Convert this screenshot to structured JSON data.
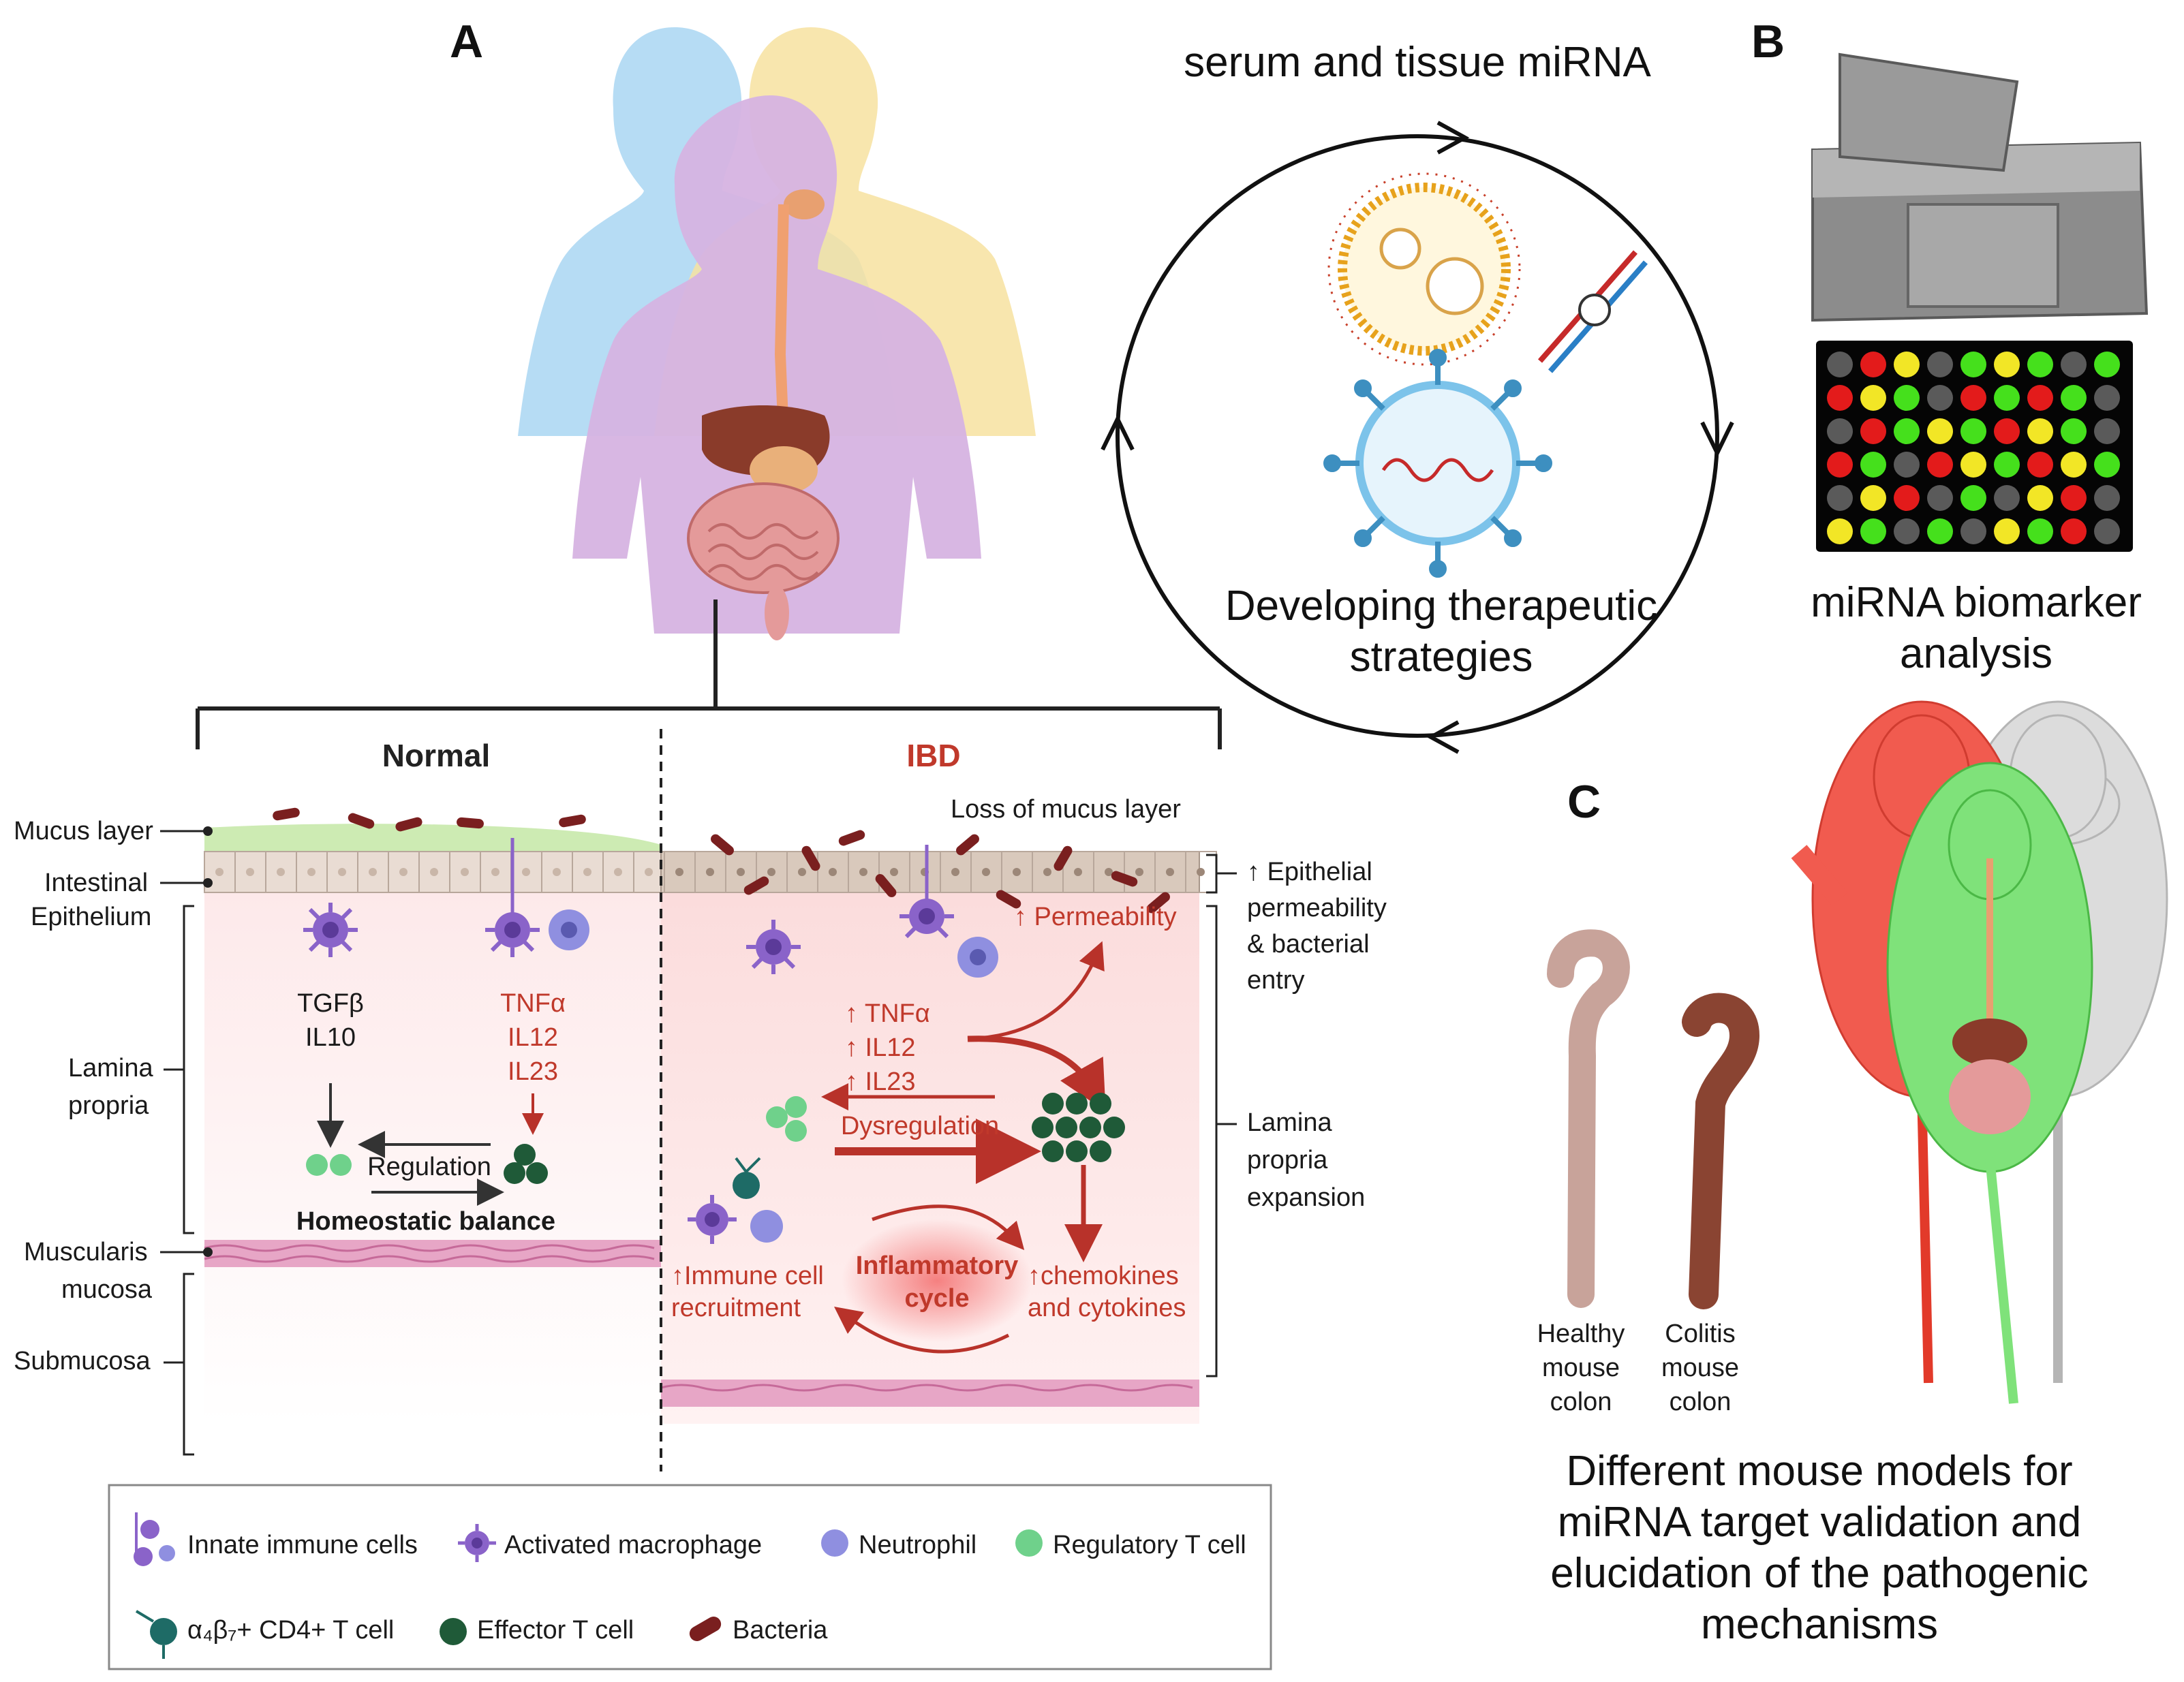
{
  "panels": {
    "a": "A",
    "b": "B",
    "c": "C"
  },
  "cycle": {
    "top_label": "serum and tissue miRNA",
    "bottom_label_line1": "Developing therapeutic",
    "bottom_label_line2": "strategies"
  },
  "biomarker": {
    "line1": "miRNA biomarker",
    "line2": "analysis"
  },
  "section": {
    "normal": "Normal",
    "ibd": "IBD"
  },
  "layers": {
    "mucus": "Mucus layer",
    "epithelium1": "Intestinal",
    "epithelium2": "Epithelium",
    "lamina1": "Lamina",
    "lamina2": "propria",
    "muscularis1": "Muscularis",
    "muscularis2": "mucosa",
    "submucosa": "Submucosa"
  },
  "normal": {
    "tgfb": "TGFβ",
    "il10": "IL10",
    "tnfa": "TNFα",
    "il12": "IL12",
    "il23": "IL23",
    "regulation": "Regulation",
    "homeostatic": "Homeostatic balance"
  },
  "ibd": {
    "loss_mucus": "Loss of mucus layer",
    "permeability": "↑ Permeability",
    "tnfa": "↑ TNFα",
    "il12": "↑ IL12",
    "il23": "↑ IL23",
    "dysregulation": "Dysregulation",
    "immune1": "↑Immune cell",
    "immune2": "recruitment",
    "inflam1": "Inflammatory",
    "inflam2": "cycle",
    "chemo1": "↑chemokines",
    "chemo2": "and cytokines"
  },
  "right_notes": {
    "epi1": "↑ Epithelial",
    "epi2": "permeability",
    "epi3": "& bacterial",
    "epi4": "entry",
    "lp1": "Lamina",
    "lp2": "propria",
    "lp3": "expansion"
  },
  "legend": {
    "innate": "Innate immune cells",
    "macrophage": "Activated macrophage",
    "neutrophil": "Neutrophil",
    "treg": "Regulatory T cell",
    "a4b7": "α₄β₇+ CD4+ T cell",
    "effector": "Effector T cell",
    "bacteria": "Bacteria"
  },
  "mice": {
    "healthy1": "Healthy",
    "healthy2": "mouse",
    "healthy3": "colon",
    "colitis1": "Colitis",
    "colitis2": "mouse",
    "colitis3": "colon",
    "models1": "Different mouse models for",
    "models2": "miRNA target validation and",
    "models3": "elucidation of the pathogenic",
    "models4": "mechanisms"
  },
  "colors": {
    "red_text": "#c0392b",
    "ibd_tissue": "#fbe1e1",
    "mucus": "#cdebb3",
    "treg": "#6fd18b",
    "effector": "#1f5a38",
    "macrophage": "#8a63c9",
    "neutrophil": "#8f8fe0",
    "bacteria": "#7a1f1f",
    "array_red": "#e31b1b",
    "array_yellow": "#f2e626",
    "array_green": "#45e01c",
    "array_gray": "#5a5a5a"
  }
}
